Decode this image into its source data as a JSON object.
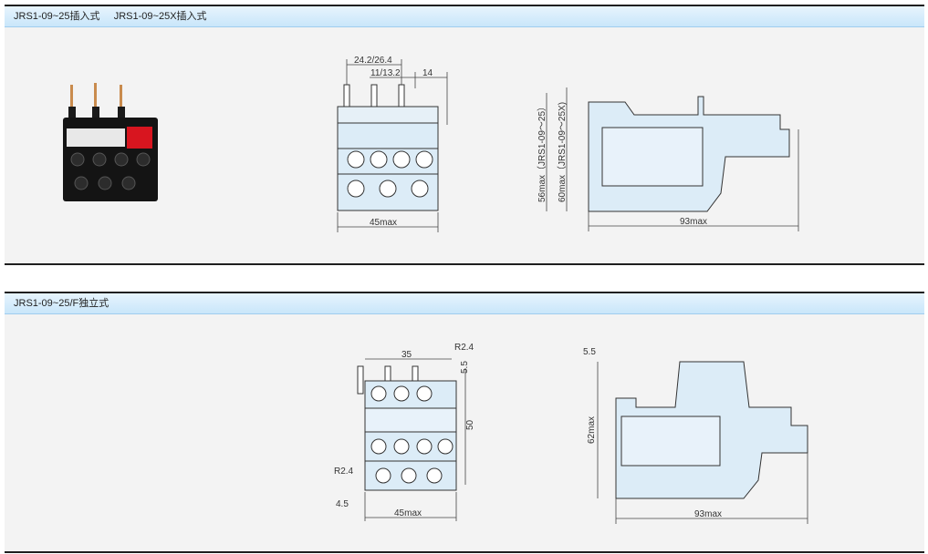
{
  "sections": [
    {
      "header": "JRS1-09~25插入式     JRS1-09~25X插入式",
      "front_view": {
        "dims": [
          "24.2/26.4",
          "11/13.2",
          "14",
          "45max"
        ]
      },
      "side_view": {
        "dims": [
          "56max（JRS1-09～25）",
          "60max（JRS1-09～25X)",
          "93max"
        ]
      }
    },
    {
      "header": "JRS1-09~25/F独立式",
      "front_view": {
        "dims": [
          "35",
          "R2.4",
          "5.5",
          "50",
          "R2.4",
          "4.5",
          "45max"
        ]
      },
      "side_view": {
        "dims": [
          "5.5",
          "62max",
          "93max"
        ]
      }
    }
  ],
  "colors": {
    "header_bg": "#cfe8fb",
    "device_fill": "#dcecf7",
    "panel_bg": "#f3f3f3"
  }
}
